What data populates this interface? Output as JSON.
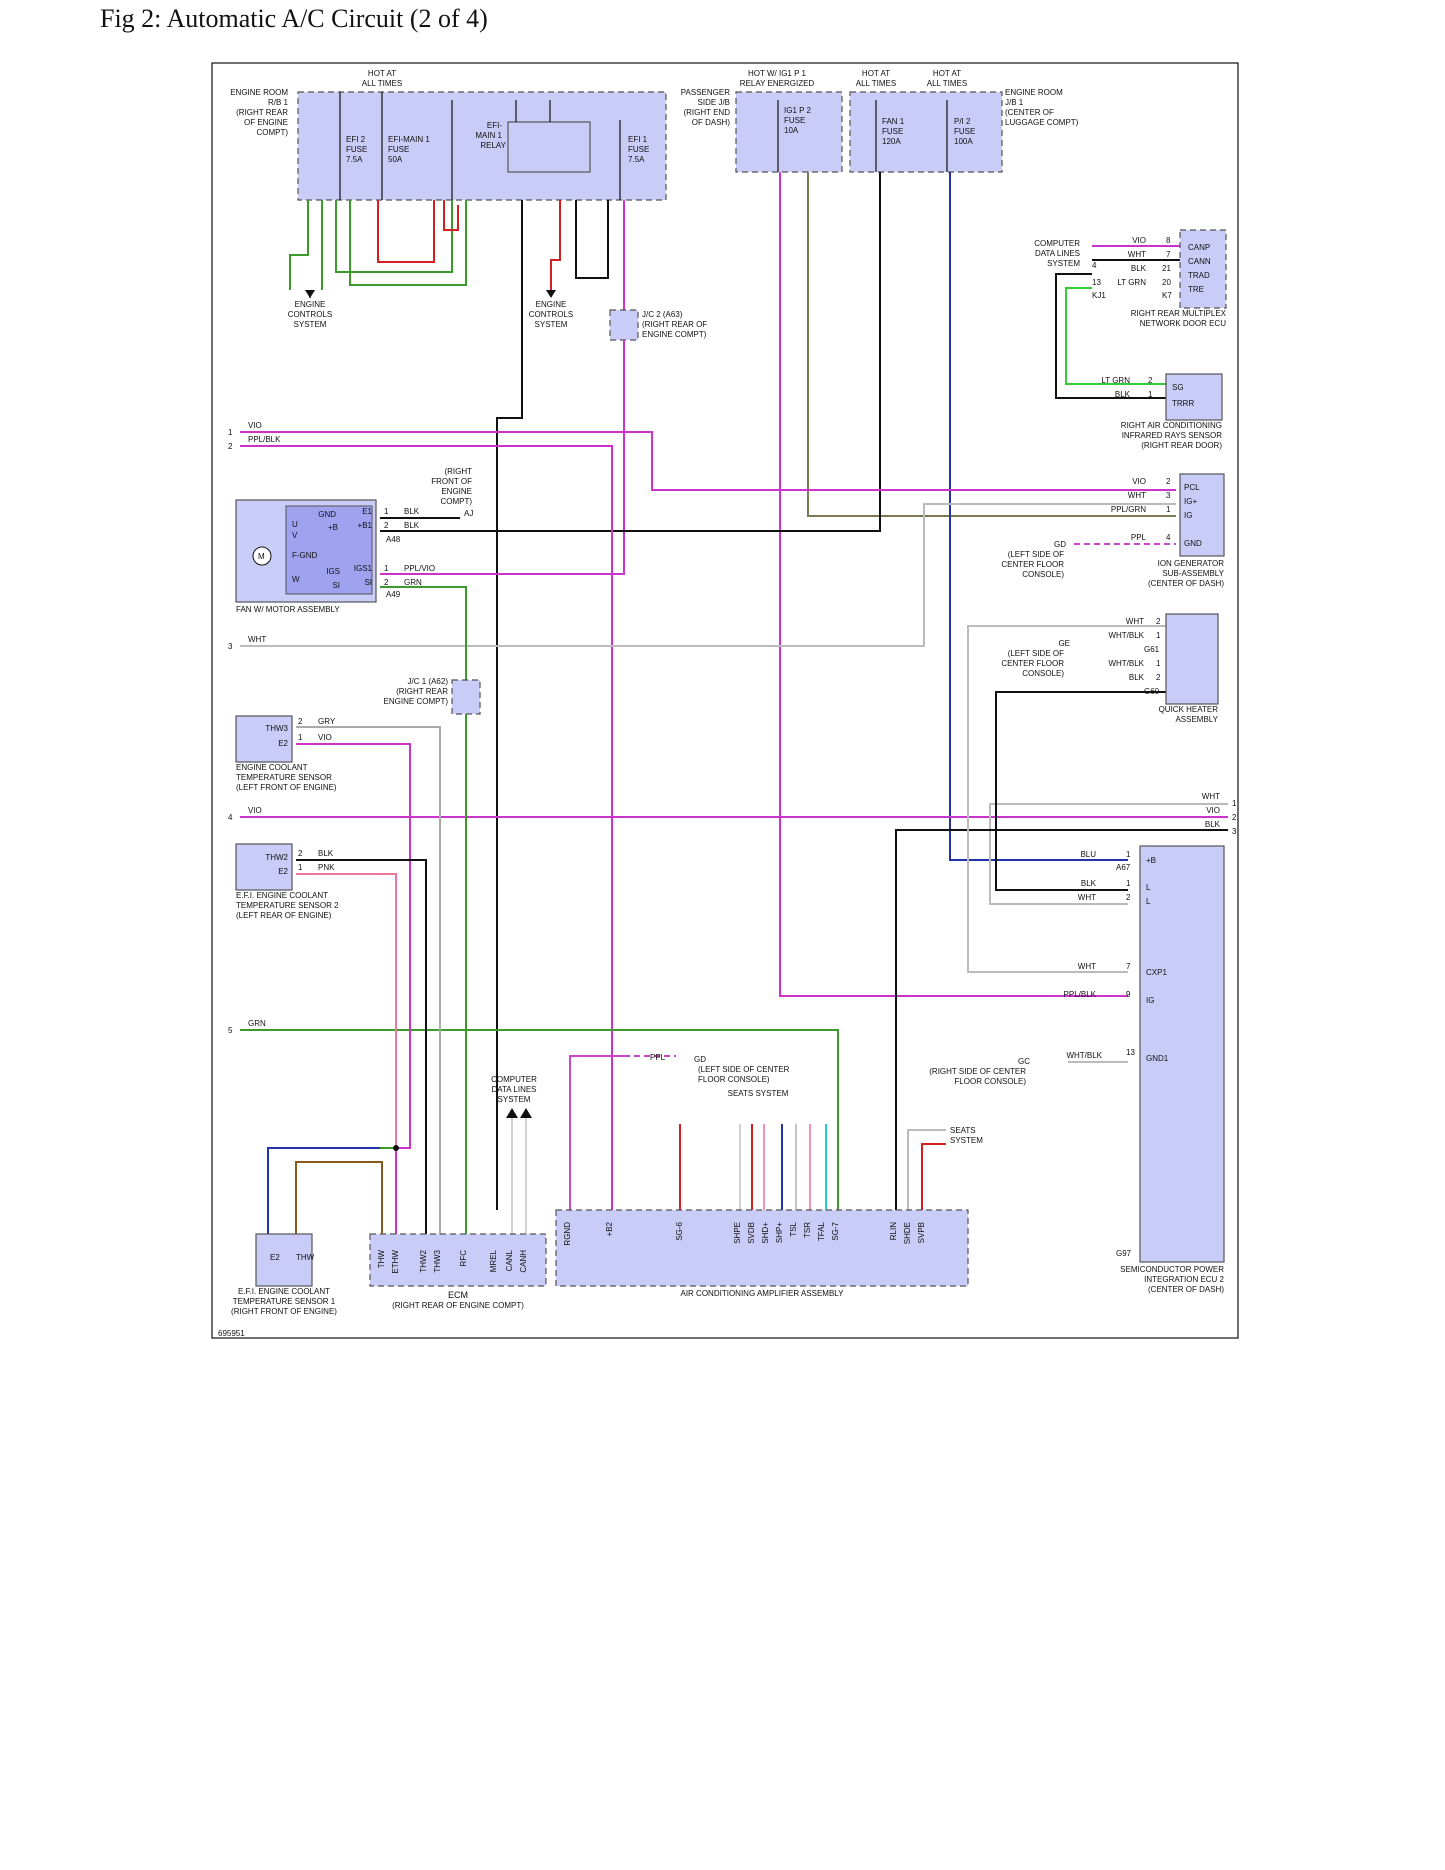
{
  "page_title": "Fig 2: Automatic A/C Circuit (2 of 4)",
  "diagram_id": "695951",
  "colors": {
    "component_fill": "#c9ccf7",
    "VIO": "#cc33cc",
    "PPL": "#cc44cc",
    "GRN": "#3a9a2a",
    "RED": "#d42020",
    "BLK": "#111111",
    "BLU": "#2233aa",
    "WHT": "#bbbbbb",
    "GRY": "#aaaaaa",
    "PNK": "#ee7799",
    "BRN": "#8a5a1a",
    "LT_GRN": "#33cc33",
    "LT_BLU": "#22cccc",
    "PPL_GRN": "#7a7a50"
  },
  "labels": {
    "hot_at_all_times": "HOT AT ALL TIMES",
    "hot_ig1": "HOT W/ IG1 P 1 RELAY ENERGIZED",
    "engine_room_rb1": "ENGINE ROOM R/B 1 (RIGHT REAR OF ENGINE COMPT)",
    "efi2_fuse": "EFI 2 FUSE 7.5A",
    "efi_main1_fuse": "EFI-MAIN 1 FUSE 50A",
    "efi_main1_relay": "EFI-MAIN 1 RELAY",
    "efi1_fuse": "EFI 1 FUSE 7.5A",
    "passenger_jb": "PASSENGER SIDE J/B (RIGHT END OF DASH)",
    "ig1p2_fuse": "IG1 P 2 FUSE 10A",
    "fan1_fuse": "FAN 1 FUSE 120A",
    "pi2_fuse": "P/I 2 FUSE 100A",
    "engine_room_jb1": "ENGINE ROOM J/B 1 (CENTER OF LUGGAGE COMPT)",
    "engine_controls_system": "ENGINE CONTROLS SYSTEM",
    "jc2": "J/C 2 (A63) (RIGHT REAR OF ENGINE COMPT)",
    "computer_data_lines": "COMPUTER DATA LINES SYSTEM",
    "rr_multiplex": "RIGHT REAR MULTIPLEX NETWORK DOOR ECU",
    "ir_sensor": "RIGHT AIR CONDITIONING INFRARED RAYS SENSOR (RIGHT REAR DOOR)",
    "ion_generator": "ION GENERATOR SUB-ASSEMBLY (CENTER OF DASH)",
    "fan_motor": "FAN W/ MOTOR ASSEMBLY",
    "rf_engine_compt": "(RIGHT FRONT OF ENGINE COMPT)",
    "left_center_console": "(LEFT SIDE OF CENTER FLOOR CONSOLE)",
    "quick_heater": "QUICK HEATER ASSEMBLY",
    "jc1": "J/C 1 (A62) (RIGHT REAR ENGINE COMPT)",
    "ect_sensor": "ENGINE COOLANT TEMPERATURE SENSOR (LEFT FRONT OF ENGINE)",
    "efi_ect2": "E.F.I. ENGINE COOLANT TEMPERATURE SENSOR 2 (LEFT REAR OF ENGINE)",
    "efi_ect1": "E.F.I. ENGINE COOLANT TEMPERATURE SENSOR 1 (RIGHT FRONT OF ENGINE)",
    "ecm": "ECM",
    "ecm_loc": "(RIGHT REAR OF ENGINE COMPT)",
    "ac_amp": "AIR CONDITIONING AMPLIFIER ASSEMBLY",
    "seats_system": "SEATS SYSTEM",
    "spi_ecu2": "SEMICONDUCTOR POWER INTEGRATION ECU 2 (CENTER OF DASH)",
    "right_center_console": "(RIGHT SIDE OF CENTER FLOOR CONSOLE)"
  },
  "ac_amp_pins": [
    "RGND",
    "",
    "",
    "+B2",
    "",
    "",
    "",
    "",
    "SG-6",
    "",
    "",
    "",
    "",
    "SHPE",
    "SVDB",
    "SHD+",
    "SHP+",
    "TSL",
    "TSR",
    "TFAL",
    "SG-7",
    "",
    "",
    "",
    "RLIN",
    "SHDE",
    "SVPB",
    ""
  ],
  "ecm_pins": [
    "THW",
    "ETHW",
    "THW2",
    "THW3",
    "RFC",
    "MREL",
    "CANL",
    "CANH"
  ],
  "spi_pins": [
    "+B",
    "L",
    "L",
    "",
    "",
    "",
    "CXP1",
    "",
    "IG",
    "",
    "",
    "",
    "GND1"
  ]
}
